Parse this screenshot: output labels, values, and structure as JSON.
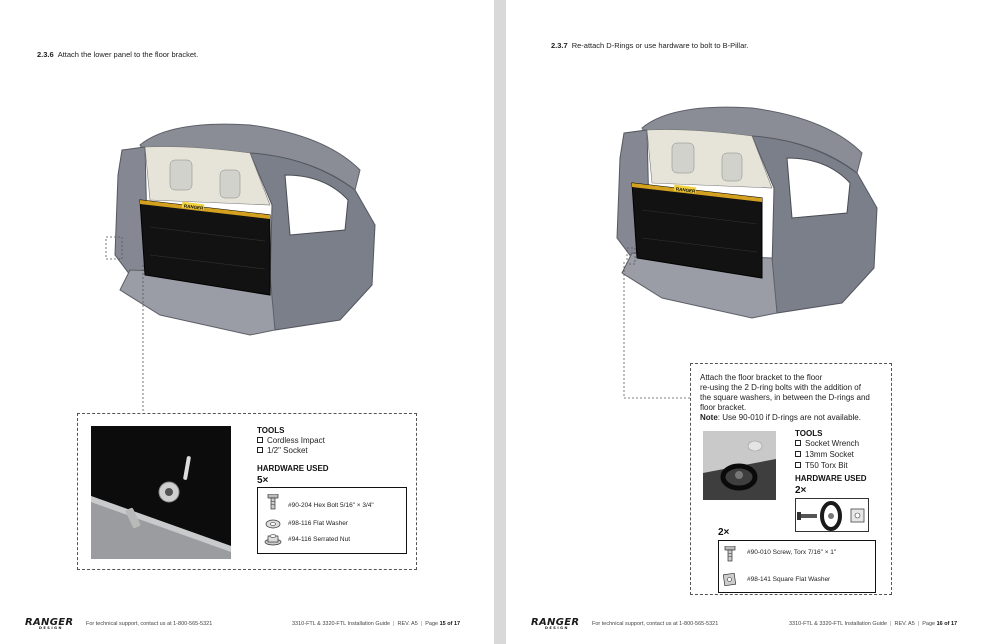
{
  "left": {
    "step_num": "2.3.6",
    "step_text": "Attach the lower panel to the floor bracket.",
    "tools_title": "TOOLS",
    "tools": [
      "Cordless Impact",
      "1/2\" Socket"
    ],
    "hardware_title": "HARDWARE USED",
    "hardware_qty": "5×",
    "hardware": [
      {
        "text": "#90-204 Hex Bolt   5/16\" × 3/4\"",
        "icon": "hex-bolt-icon"
      },
      {
        "text": "#98-116 Flat Washer",
        "icon": "flat-washer-icon"
      },
      {
        "text": "#94-116 Serrated Nut",
        "icon": "serrated-nut-icon"
      }
    ],
    "panel_label": "RANGER",
    "footer": {
      "logo": "RANGER",
      "logo_sub": "DESIGN",
      "support": "For technical support, contact us at 1-800-565-5321",
      "guide": "3310-FTL & 3320-FTL Installation Guide",
      "rev": "REV. A5",
      "page_prefix": "Page",
      "page_num": "15 of 17"
    }
  },
  "right": {
    "step_num": "2.3.7",
    "step_text": "Re-attach D-Rings or use hardware to bolt to B-Pillar.",
    "instruction_lines": [
      "Attach the floor bracket to the floor",
      "re-using the 2 D-ring bolts with the addition of",
      "the square washers, in between the D-rings and",
      "floor bracket."
    ],
    "note_label": "Note",
    "note_text": ": Use 90-010 if D-rings are not available.",
    "tools_title": "TOOLS",
    "tools": [
      "Socket Wrench",
      "13mm Socket",
      "T50 Torx Bit"
    ],
    "hardware_title": "HARDWARE USED",
    "hardware_qty": "2×",
    "hardware_qty_2": "2×",
    "hardware": [
      {
        "text": "#90-010 Screw, Torx 7/16\" × 1\"",
        "icon": "torx-screw-icon"
      },
      {
        "text": "#98-141 Square Flat Washer",
        "icon": "square-washer-icon"
      }
    ],
    "panel_label": "RANGER",
    "footer": {
      "logo": "RANGER",
      "logo_sub": "DESIGN",
      "support": "For technical support, contact us at 1-800-565-5321",
      "guide": "3310-FTL & 3320-FTL Installation Guide",
      "rev": "REV. A5",
      "page_prefix": "Page",
      "page_num": "16 of 17"
    }
  }
}
